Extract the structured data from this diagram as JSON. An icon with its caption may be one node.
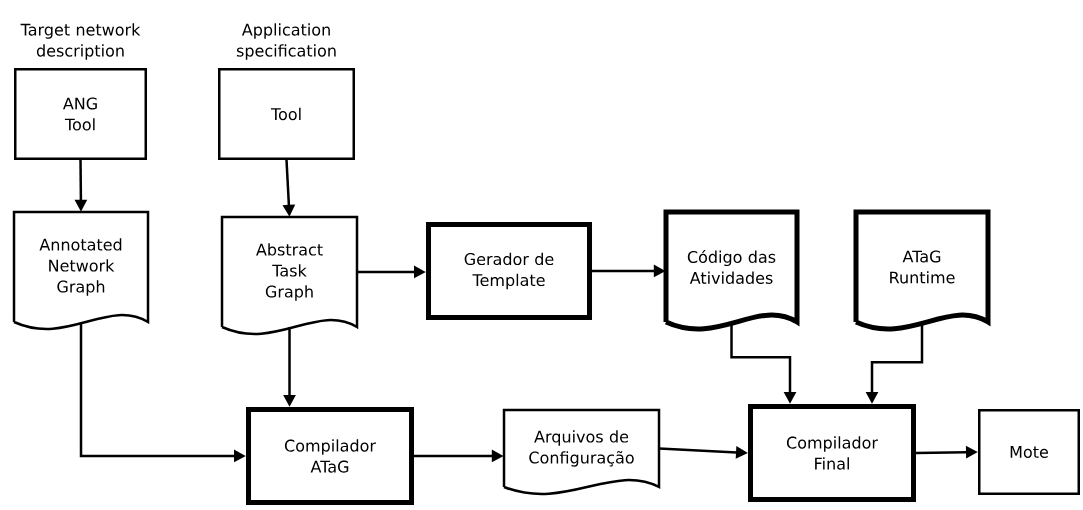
{
  "diagram": {
    "nodes": [
      {
        "text": [
          "Target network description",
          "ANG Tool"
        ]
      },
      {
        "text": [
          "Application specification",
          "Tool"
        ]
      },
      {
        "text": [
          "Annotated Network Graph"
        ]
      },
      {
        "text": [
          "Abstract Task Graph"
        ]
      },
      {
        "text": [
          "Gerador de Template"
        ]
      },
      {
        "text": [
          "Código das Atividades"
        ]
      },
      {
        "text": [
          "ATaG Runtime"
        ]
      },
      {
        "text": [
          "Compilador ATaG"
        ]
      },
      {
        "text": [
          "Arquivos de Configuração"
        ]
      },
      {
        "text": [
          "Compilador Final"
        ]
      },
      {
        "text": [
          "Mote"
        ]
      }
    ],
    "edges": [
      {
        "from": 0,
        "to": 2,
        "arrow": "to"
      },
      {
        "from": 1,
        "to": 3,
        "arrow": "to"
      },
      {
        "from": 3,
        "to": 4,
        "arrow": "to"
      },
      {
        "from": 4,
        "to": 5,
        "arrow": "to"
      },
      {
        "from": 3,
        "to": 7,
        "arrow": "to"
      },
      {
        "from": 2,
        "to": 7,
        "arrow": "to"
      },
      {
        "from": 7,
        "to": 8,
        "arrow": "to"
      },
      {
        "from": 8,
        "to": 9,
        "arrow": "to"
      },
      {
        "from": 5,
        "to": 9,
        "arrow": "to"
      },
      {
        "from": 6,
        "to": 9,
        "arrow": "to"
      },
      {
        "from": 9,
        "to": 10,
        "arrow": "to"
      }
    ]
  }
}
